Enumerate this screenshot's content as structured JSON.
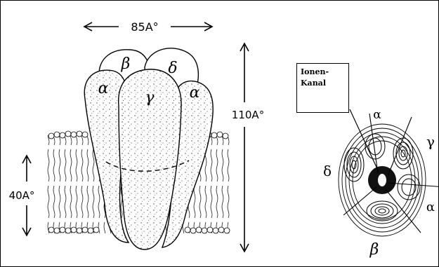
{
  "dimensions": {
    "width_label": "85A°",
    "height_label": "110A°",
    "membrane_label": "40A°"
  },
  "side_view": {
    "subunits": {
      "beta": "β",
      "delta": "δ",
      "gamma": "γ",
      "alpha_left": "α",
      "alpha_right": "α"
    }
  },
  "top_view": {
    "ion_channel_label_line1": "Ionen-",
    "ion_channel_label_line2": "Kanal",
    "subunits": {
      "alpha_top": "α",
      "gamma": "γ",
      "delta": "δ",
      "alpha_right": "α",
      "beta": "β"
    }
  }
}
